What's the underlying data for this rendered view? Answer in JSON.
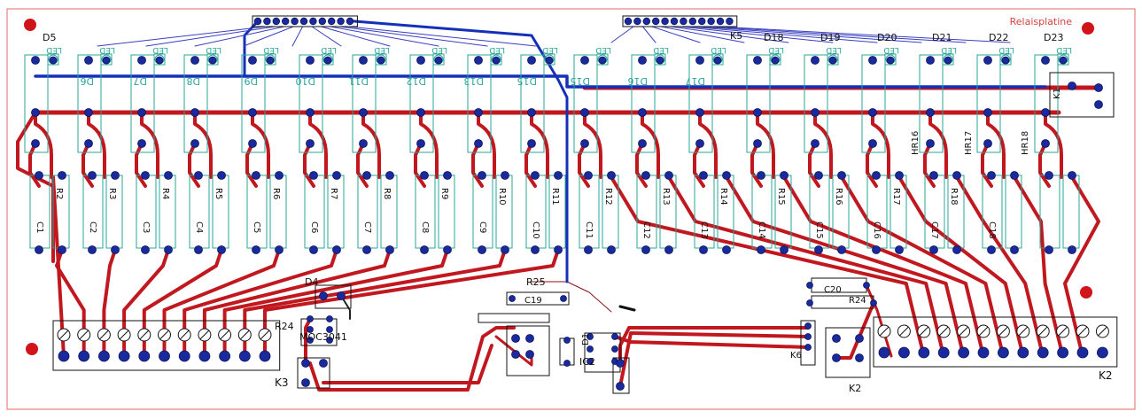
{
  "board_title": "Relaisplatine",
  "top_labels": [
    "D5",
    "D18",
    "D19",
    "D20",
    "D21",
    "D22",
    "D23"
  ],
  "silkscreen_labels": [
    "D6",
    "D7",
    "D8",
    "D9",
    "D10",
    "D11",
    "D12",
    "D13",
    "D15",
    "D16",
    "D17",
    "R2",
    "R3",
    "R4",
    "R5",
    "R6",
    "R7",
    "R8",
    "R9",
    "R10",
    "R11",
    "R12",
    "R13",
    "R14",
    "R15",
    "R16",
    "R17",
    "R18",
    "C1",
    "C2",
    "C3",
    "C4",
    "C5",
    "C6",
    "C7",
    "C8",
    "C9",
    "C10",
    "C11",
    "C12",
    "C13",
    "C14",
    "C15",
    "C16",
    "C17",
    "C18",
    "HR16",
    "HR17",
    "HR18",
    "K1",
    "K5",
    "D4",
    "R25",
    "C19",
    "C20",
    "R24",
    "MOC3041",
    "IC2",
    "MOC3041",
    "K3",
    "K2",
    "K6",
    "D1",
    "D2",
    "LED"
  ],
  "connectors": {
    "left_block": "K3",
    "right_block": "K2",
    "top_right_header": "K5"
  },
  "colors": {
    "copper_top": "#c0181e",
    "copper_bottom": "#1530b8",
    "pad": "#1a2a9c",
    "silk": "#2aa59a",
    "outline": "#d84040",
    "mount_hole": "#d0141a",
    "text_dark": "#111111"
  }
}
